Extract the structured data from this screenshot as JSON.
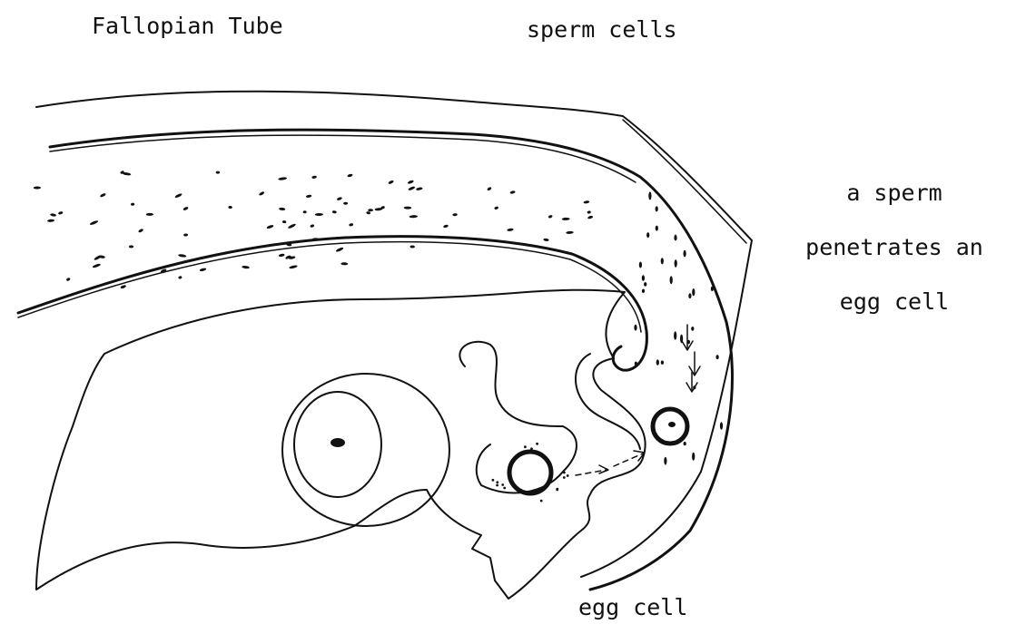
{
  "labels": {
    "fallopian_tube": "Fallopian Tube",
    "sperm_cells": "sperm cells",
    "penetrates_line1": "a sperm",
    "penetrates_line2": "penetrates an",
    "penetrates_line3": "egg cell",
    "egg_cell": "egg cell"
  },
  "colors": {
    "ink": "#111111",
    "paper": "#ffffff"
  }
}
